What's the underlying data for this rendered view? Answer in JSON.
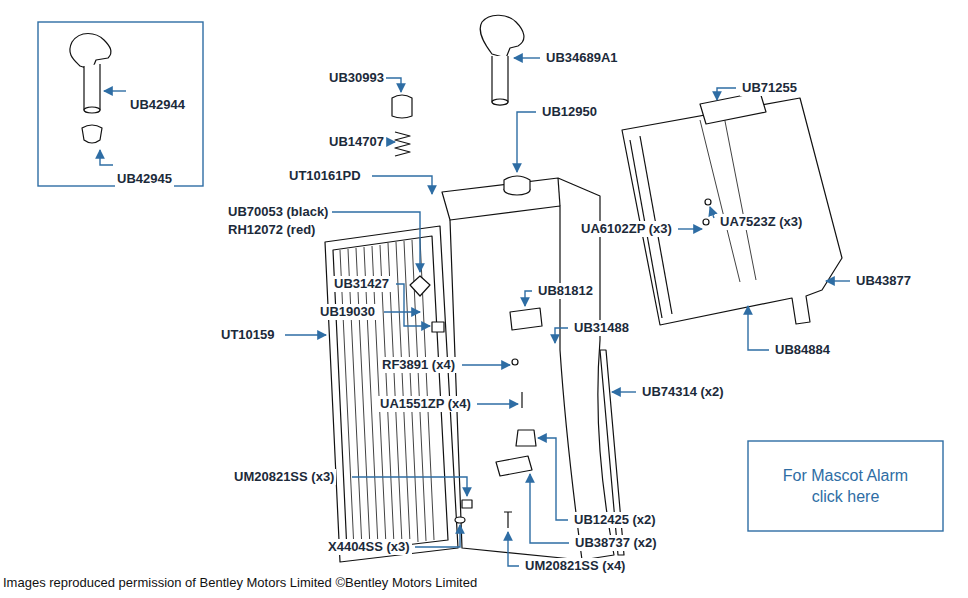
{
  "diagram": {
    "caption": "Images reproduced permission of Bentley Motors Limited ©Bentley Motors Limited",
    "nodes": [
      {
        "text": [
          "UB42944",
          "UB42945"
        ]
      },
      {
        "text": [
          "For Mascot Alarm click here"
        ]
      }
    ],
    "labels": [
      "UB34689A1",
      "UB30993",
      "UB71255",
      "UB12950",
      "UB14707",
      "UT10161PD",
      "UB70053 (black)",
      "RH12072 (red)",
      "UA7523Z (x3)",
      "UA6102ZP (x3)",
      "UB43877",
      "UB31427",
      "UB81812",
      "UB19030",
      "UB31488",
      "UT10159",
      "UB84884",
      "RF3891 (x4)",
      "UA1551ZP (x4)",
      "UB74314 (x2)",
      "UM20821SS (x3)",
      "UB12425 (x2)",
      "UB38737 (x2)",
      "X4404SS (x3)",
      "UM20821SS (x4)"
    ]
  }
}
